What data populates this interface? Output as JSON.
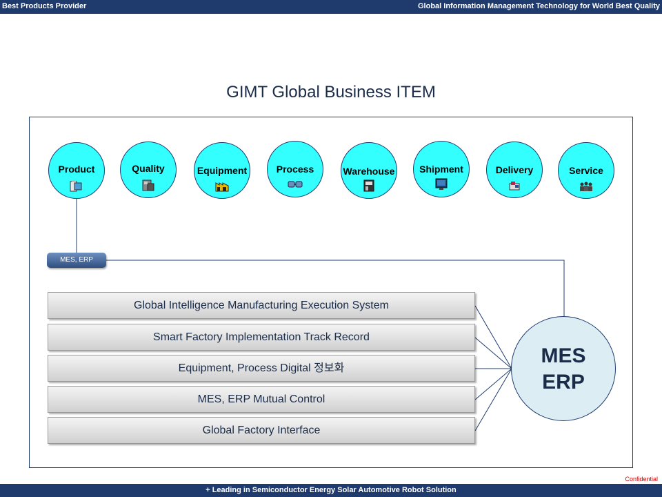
{
  "header": {
    "left_text": "Best Products Provider",
    "right_text": "Global Information Management Technology for World Best Quality"
  },
  "title": "GIMT Global Business ITEM",
  "items": [
    {
      "label": "Product",
      "icon": "server-icon"
    },
    {
      "label": "Quality",
      "icon": "machine-icon"
    },
    {
      "label": "Equipment",
      "icon": "factory-icon"
    },
    {
      "label": "Process",
      "icon": "network-icon"
    },
    {
      "label": "Warehouse",
      "icon": "warehouse-icon"
    },
    {
      "label": "Shipment",
      "icon": "monitor-icon"
    },
    {
      "label": "Delivery",
      "icon": "delivery-icon"
    },
    {
      "label": "Service",
      "icon": "people-icon"
    }
  ],
  "tag_label": "MES, ERP",
  "features": [
    "Global Intelligence Manufacturing Execution System",
    "Smart Factory Implementation Track Record",
    "Equipment, Process Digital 정보화",
    "MES, ERP Mutual Control",
    "Global Factory Interface"
  ],
  "hub": {
    "line1": "MES",
    "line2": "ERP"
  },
  "confidential": "Confidential",
  "footer": "+ Leading in Semiconductor Energy Solar Automotive Robot Solution"
}
